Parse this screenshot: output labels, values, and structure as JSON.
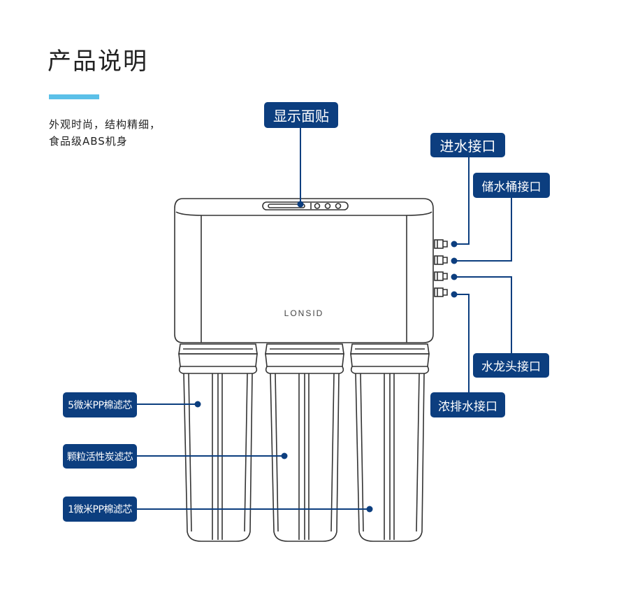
{
  "header": {
    "title": "产品说明",
    "description": "外观时尚，结构精细，食品级ABS机身"
  },
  "product": {
    "brand": "LONSID"
  },
  "labels": {
    "display_panel": "显示面贴",
    "water_inlet": "进水接口",
    "tank_port": "储水桶接口",
    "faucet_port": "水龙头接口",
    "drain_port": "浓排水接口",
    "filter_pp5": "5微米PP棉滤芯",
    "filter_carbon": "颗粒活性炭滤芯",
    "filter_pp1": "1微米PP棉滤芯"
  },
  "colors": {
    "label_bg": "#0c3e7f",
    "accent": "#5bc0e8",
    "outline": "#333333"
  }
}
